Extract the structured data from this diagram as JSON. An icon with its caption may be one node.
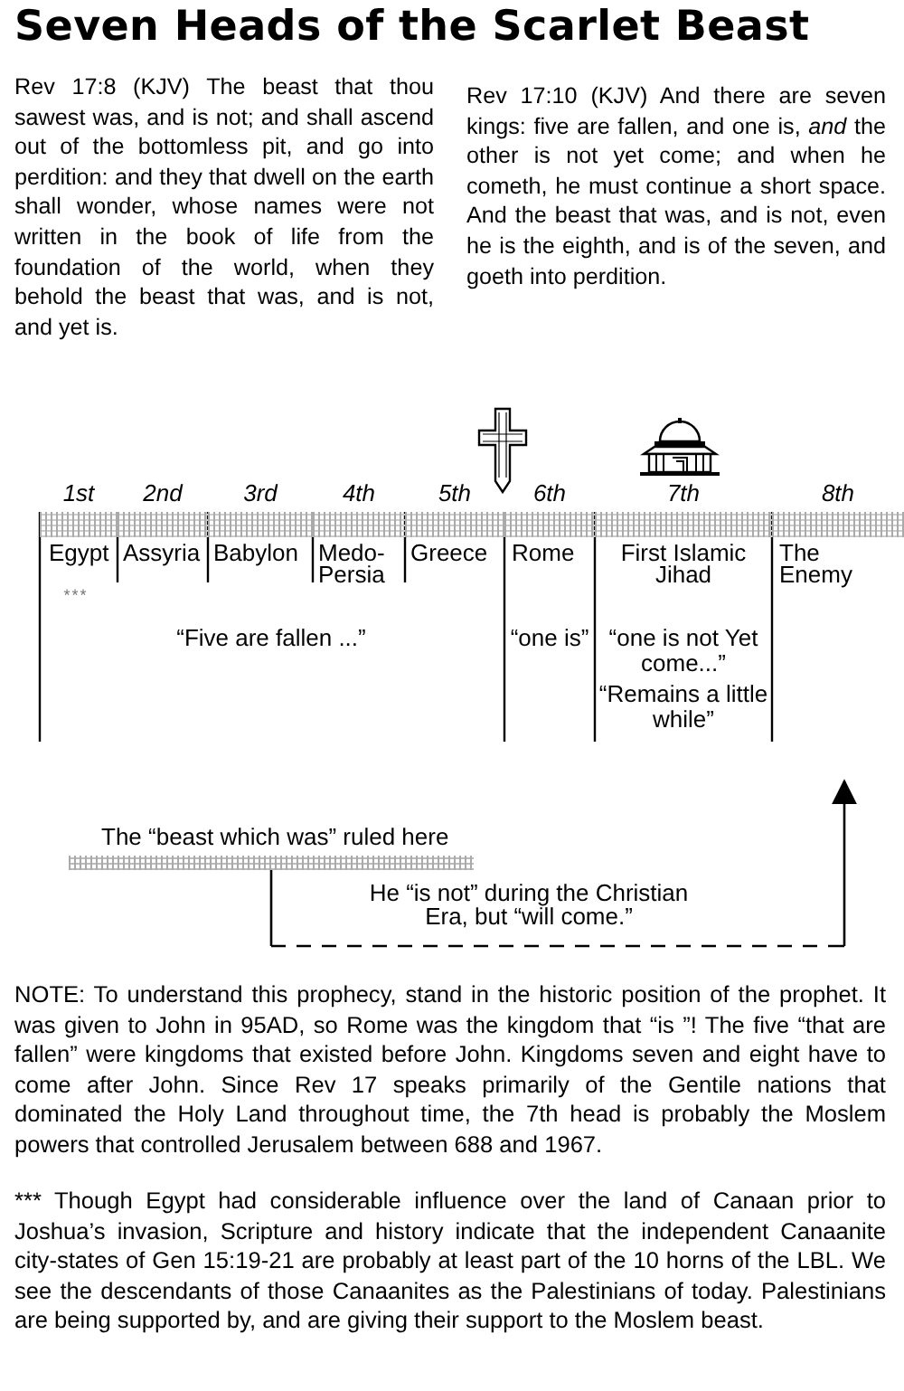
{
  "diagram": {
    "title": "Seven Heads of the Scarlet Beast",
    "nodes": [
      {
        "text": [
          "1st",
          "Egypt"
        ]
      },
      {
        "text": [
          "2nd",
          "Assyria"
        ]
      },
      {
        "text": [
          "3rd",
          "Babylon"
        ]
      },
      {
        "text": [
          "4th",
          "Medo- Persia"
        ]
      },
      {
        "text": [
          "5th",
          "Greece"
        ]
      },
      {
        "text": [
          "6th",
          "Rome"
        ]
      },
      {
        "text": [
          "7th",
          "First Islamic Jihad"
        ]
      },
      {
        "text": [
          "8th",
          "The Enemy"
        ]
      },
      {
        "text": [
          "The “beast which was” ruled here"
        ]
      }
    ],
    "edges": [
      {
        "from": 8,
        "to": 7,
        "arrow": "to",
        "style": "dashed",
        "label": "He “is not” during the Christian Era, but “will come.”"
      }
    ],
    "labels": [
      "Rev 17:8 (KJV)  The beast that thou sawest was, and is not; and shall ascend out of the bottomless pit, and go into perdition: and they that dwell on the earth shall wonder, whose names were not written in the book of life from the foundation of the world, when they behold the beast that was, and is not, and yet is.",
      "Rev 17:10 (KJV)  And there are seven kings: five are fallen, and one is, *and* the other is not yet come; and when he cometh, he must continue a short space. And the beast that was, and is not, even he is the eighth, and is of the seven, and goeth into perdition.",
      "***",
      "“Five are fallen ...”",
      "“one is”",
      "“one is not Yet come...”",
      "“Remains a little while”",
      "NOTE: To understand this prophecy, stand in the historic position of the prophet. It was given to John in 95AD, so Rome was the kingdom that “is ”! The five “that are fallen” were kingdoms that existed before John.  Kingdoms seven and eight have to come after John. Since Rev 17 speaks primarily of the Gentile nations that dominated the Holy Land throughout time, the 7th head is probably the Moslem powers that controlled Jerusalem between 688 and 1967.",
      "*** Though Egypt had considerable influence over the land of Canaan prior to Joshua’s invasion, Scripture and history indicate that the independent Canaanite city-states of Gen 15:19-21 are probably at least part of the 10 horns of the LBL. We see the descendants of those Canaanites as the Palestinians of today. Palestinians are being supported by, and are giving their support to the Moslem beast."
    ]
  }
}
